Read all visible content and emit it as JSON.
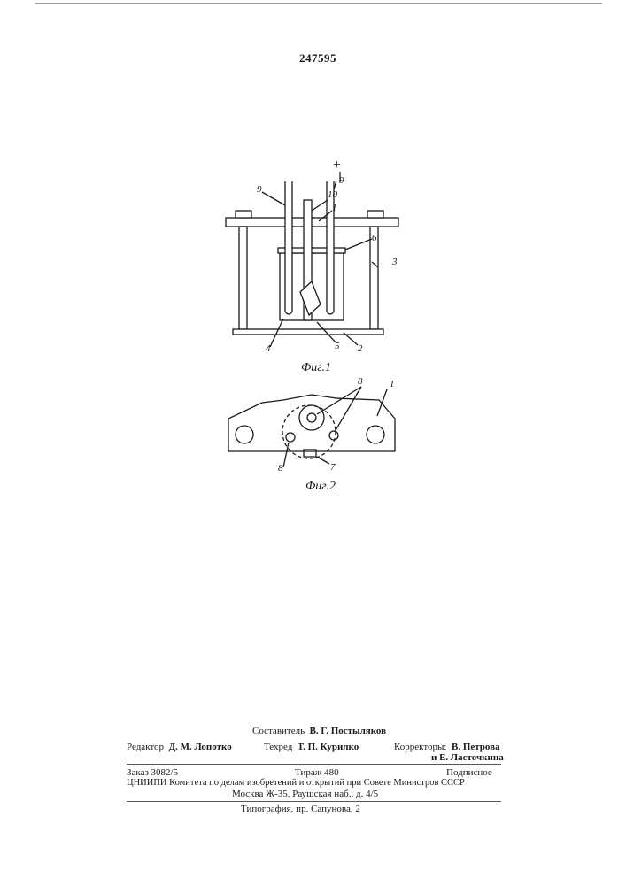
{
  "header": {
    "patent_number": "247595"
  },
  "figure1": {
    "caption": "Фиг.1",
    "plus_sign": "+",
    "labels": {
      "l9a": "9",
      "l9b": "9",
      "l10": "10",
      "l1": "1",
      "l6": "6",
      "l3": "3",
      "l4": "4",
      "l5": "5",
      "l2": "2"
    }
  },
  "figure2": {
    "caption": "Фиг.2",
    "labels": {
      "l8a": "8",
      "l1": "1",
      "l8b": "8",
      "l7": "7"
    }
  },
  "imprint": {
    "compiler_label": "Составитель",
    "compiler_name": "В. Г. Постыляков",
    "editor_label": "Редактор",
    "editor_name": "Д. М. Лопотко",
    "techred_label": "Техред",
    "techred_name": "Т. П. Курилко",
    "correctors_label": "Корректоры:",
    "corrector1": "В. Петрова",
    "corrector2": "и Е. Ласточкина",
    "order": "Заказ 3082/5",
    "circulation": "Тираж 480",
    "subscription": "Подписное",
    "org_line": "ЦНИИПИ Комитета по делам изобретений и открытий при Совете Министров СССР",
    "address": "Москва Ж-35, Раушская наб., д. 4/5",
    "printer": "Типография, пр. Сапунова, 2"
  }
}
